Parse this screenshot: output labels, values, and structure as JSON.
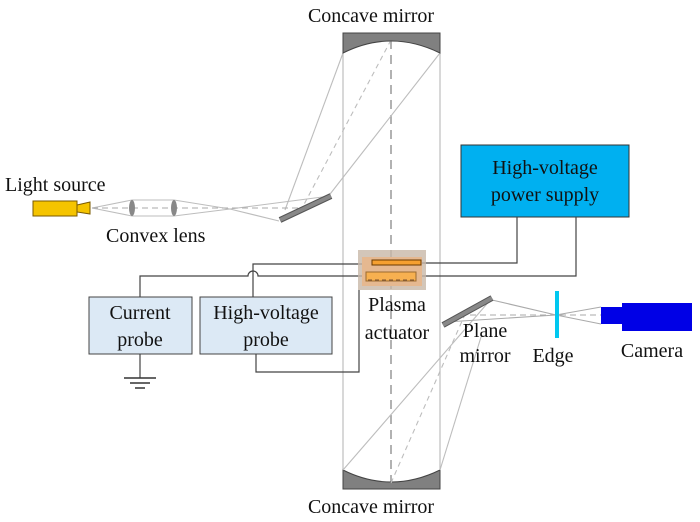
{
  "labels": {
    "concave_mirror_top": "Concave mirror",
    "concave_mirror_bottom": "Concave mirror",
    "light_source": "Light source",
    "convex_lens": "Convex lens",
    "plasma_actuator": [
      "Plasma",
      "actuator"
    ],
    "plane_mirror": [
      "Plane",
      "mirror"
    ],
    "edge": "Edge",
    "camera": "Camera",
    "power_supply": [
      "High-voltage",
      "power supply"
    ],
    "current_probe": [
      "Current",
      "probe"
    ],
    "hv_probe": [
      "High-voltage",
      "probe"
    ]
  },
  "colors": {
    "light_source": "#f5c400",
    "power_supply": "#00b0f0",
    "probe_box": "#dce9f5",
    "actuator_electrode": "#f5a030",
    "edge": "#00c8f0",
    "camera": "#0000e6",
    "mirror": "#808080"
  }
}
